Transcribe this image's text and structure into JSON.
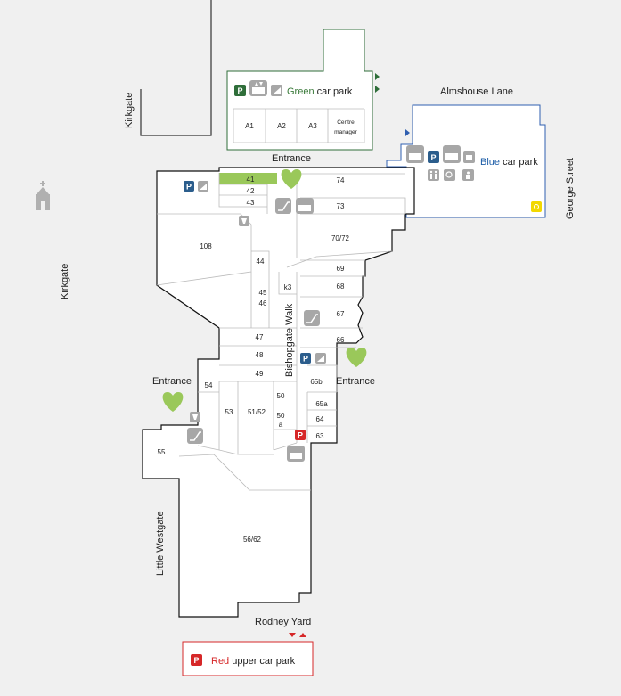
{
  "streets": {
    "almshouse_lane": "Almshouse Lane",
    "kirkgate_north": "Kirkgate",
    "kirkgate_west": "Kirkgate",
    "george_street": "George Street",
    "little_westgate": "Little Westgate",
    "rodney_yard": "Rodney Yard",
    "bishopgate_walk": "Bishopgate Walk"
  },
  "entrances": {
    "north": "Entrance",
    "west": "Entrance",
    "east": "Entrance"
  },
  "car_parks": {
    "green": {
      "color_word": "Green",
      "suffix": " car park",
      "color": "#3a7a3a"
    },
    "blue": {
      "color_word": "Blue",
      "suffix": " car park",
      "color": "#1f5fa8"
    },
    "red": {
      "color_word": "Red",
      "suffix": " upper car park",
      "color": "#d62728"
    },
    "parking_letter": "P"
  },
  "green_offices": {
    "a1": "A1",
    "a2": "A2",
    "a3": "A3",
    "centre": "Centre",
    "manager": "manager"
  },
  "units": {
    "u41": "41",
    "u42": "42",
    "u43": "43",
    "u74": "74",
    "u73": "73",
    "u108": "108",
    "u7072": "70/72",
    "u44": "44",
    "u69": "69",
    "u68": "68",
    "u45": "45",
    "u46": "46",
    "k3": "k3",
    "u67": "67",
    "u66": "66",
    "u47": "47",
    "u48": "48",
    "u49": "49",
    "u65b": "65b",
    "u54": "54",
    "u53": "53",
    "u5152": "51/52",
    "u50": "50",
    "u50a_num": "50",
    "u50a_letter": "a",
    "u65a": "65a",
    "u64": "64",
    "u63": "63",
    "u55": "55",
    "u5662": "56/62"
  },
  "colors": {
    "highlight": "#9ac85a",
    "heart": "#9ac85a",
    "green_border": "#3a7a3a",
    "blue_border": "#2f5fb0",
    "red_border": "#d62728",
    "icon_gray": "#a7a7a7",
    "parking_blue": "#2b5d8c",
    "parking_green": "#2f6e3a",
    "disabled_yellow": "#f2d800"
  }
}
